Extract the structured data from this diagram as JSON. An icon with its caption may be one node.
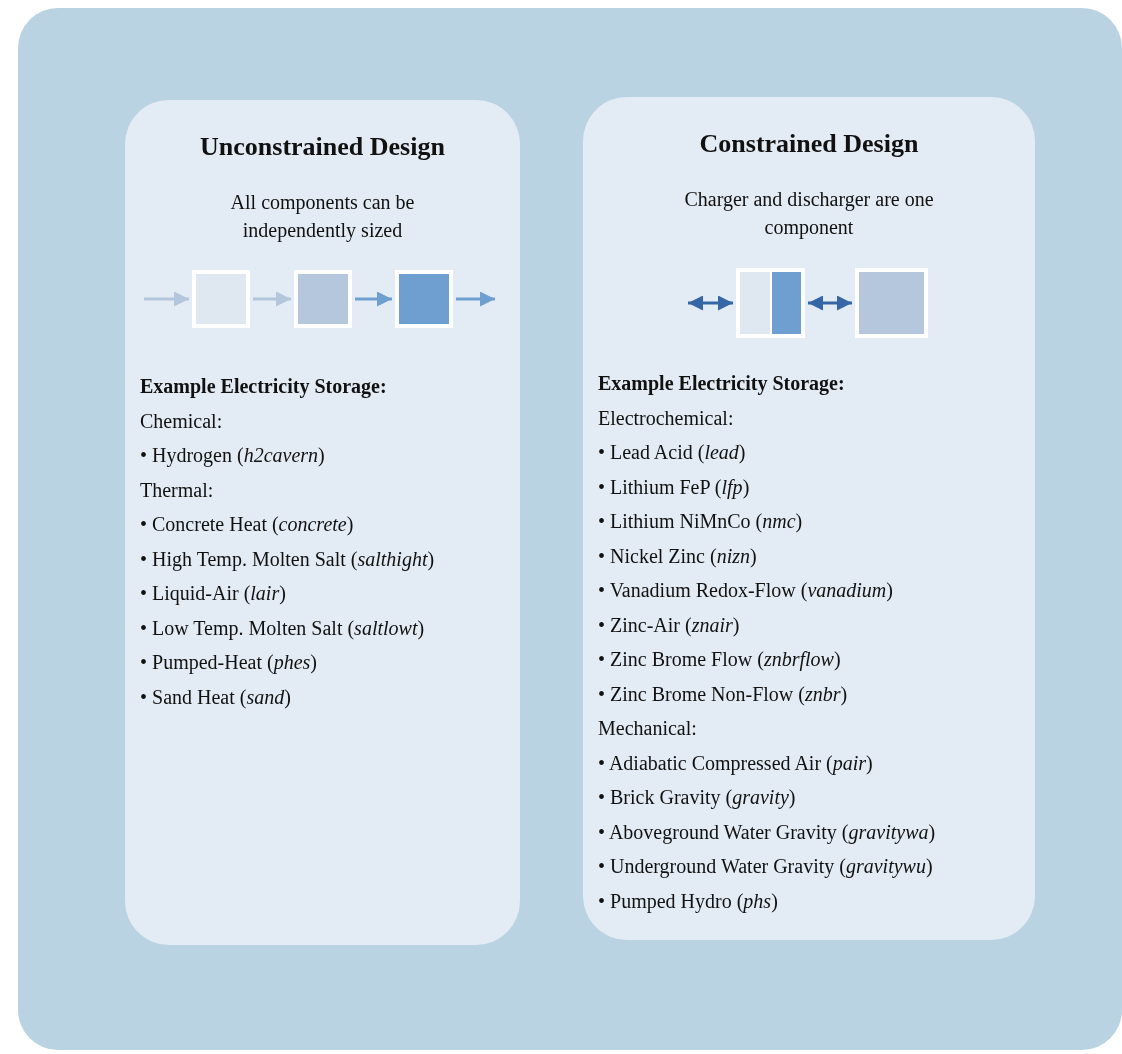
{
  "diagram": {
    "nodes": [
      {
        "text": [
          "Unconstrained Design",
          "All components can be independently sized",
          "Example Electricity Storage:",
          "Chemical:",
          "• Hydrogen (*h2cavern*)",
          "Thermal:",
          "• Concrete Heat (*concrete*)",
          "• High Temp. Molten Salt (*salthight*)",
          "• Liquid-Air (*lair*)",
          "• Low Temp. Molten Salt (*saltlowt*)",
          "• Pumped-Heat (*phes*)",
          "• Sand Heat (*sand*)"
        ]
      },
      {
        "text": [],
        "shape": "box",
        "in": 0
      },
      {
        "text": [],
        "shape": "box",
        "in": 0
      },
      {
        "text": [],
        "shape": "box",
        "in": 0
      },
      {
        "text": [
          "Constrained Design",
          "Charger and discharger are one component",
          "Example Electricity Storage:",
          "Electrochemical:",
          "• Lead Acid (*lead*)",
          "• Lithium FeP (*lfp*)",
          "• Lithium NiMnCo (*nmc*)",
          "• Nickel Zinc (*nizn*)",
          "• Vanadium Redox-Flow (*vanadium*)",
          "• Zinc-Air (*znair*)",
          "• Zinc Brome Flow (*znbrflow*)",
          "• Zinc Brome Non-Flow (*znbr*)",
          "Mechanical:",
          "• Adiabatic Compressed Air (*pair*)",
          "• Brick Gravity (*gravity*)",
          "• Aboveground Water Gravity (*gravitywa*)",
          "• Underground Water Gravity (*gravitywu*)",
          "• Pumped Hydro (*phs*)"
        ]
      },
      {
        "text": [],
        "shape": "box",
        "in": 4
      },
      {
        "text": [],
        "shape": "box",
        "in": 4
      }
    ],
    "edges": [
      {
        "from": null,
        "to": 1,
        "arrow": "to",
        "color": "#b3c6dc"
      },
      {
        "from": 1,
        "to": 2,
        "arrow": "to",
        "color": "#b3c6dc"
      },
      {
        "from": 2,
        "to": 3,
        "arrow": "to",
        "color": "#6f9fd0"
      },
      {
        "from": 3,
        "to": null,
        "arrow": "to",
        "color": "#6f9fd0"
      },
      {
        "from": null,
        "to": 5,
        "arrow": "both",
        "color": "#3566a6"
      },
      {
        "from": 5,
        "to": 6,
        "arrow": "both",
        "color": "#3566a6"
      }
    ]
  }
}
